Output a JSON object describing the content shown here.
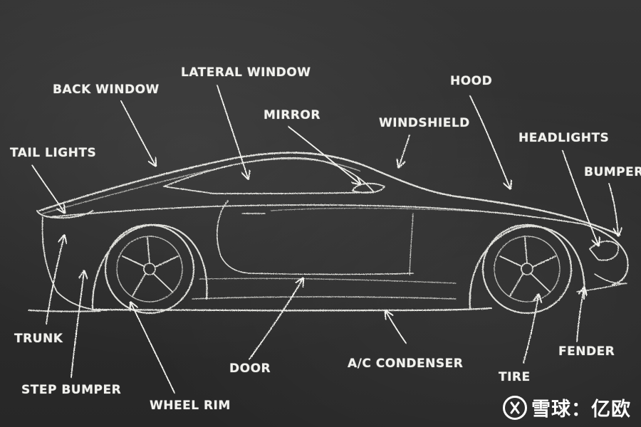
{
  "labels": {
    "back_window": "BACK WINDOW",
    "lateral_window": "LATERAL WINDOW",
    "mirror": "MIRROR",
    "windshield": "WINDSHIELD",
    "hood": "HOOD",
    "headlights": "HEADLIGHTS",
    "bumper": "BUMPER",
    "tail_lights": "TAIL LIGHTS",
    "trunk": "TRUNK",
    "step_bumper": "STEP BUMPER",
    "wheel_rim": "WHEEL RIM",
    "door": "DOOR",
    "ac_condenser": "A/C CONDENSER",
    "tire": "TIRE",
    "fender": "FENDER"
  },
  "watermark": {
    "text": "雪球：亿欧",
    "icon": "snowball-logo-icon"
  },
  "colors": {
    "chalkboard": "#2f2f2f",
    "chalk": "#f2f2ee"
  }
}
